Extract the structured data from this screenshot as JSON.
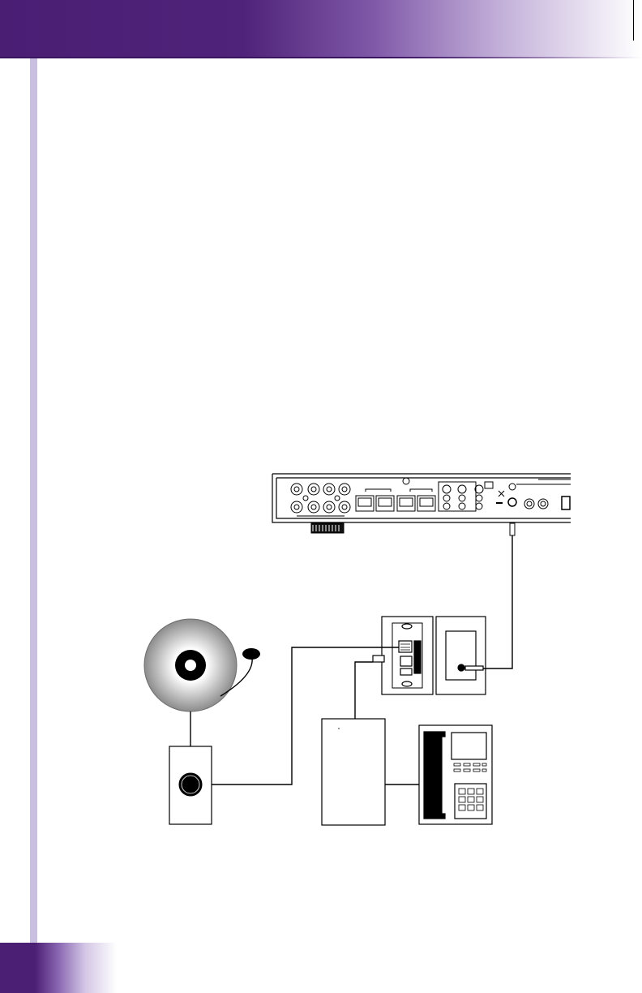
{
  "page": {
    "background": "#ffffff"
  },
  "colors": {
    "header_start": "#4a1e73",
    "header_mid": "#7f58a8",
    "side_bar": "#c9bfe0",
    "line": "#000000"
  },
  "diagram": {
    "components": [
      {
        "id": "receiver",
        "label": ""
      },
      {
        "id": "doorbell",
        "label": ""
      },
      {
        "id": "doorbell-button",
        "label": ""
      },
      {
        "id": "interface-module",
        "label": ""
      },
      {
        "id": "audio-wall-plate",
        "label": ""
      },
      {
        "id": "phone-system",
        "label": ""
      },
      {
        "id": "telephone",
        "label": ""
      }
    ],
    "icons": [
      "bell-icon",
      "push-button-icon",
      "rj-jack-icon",
      "mono-plug-icon",
      "telephone-icon"
    ]
  }
}
